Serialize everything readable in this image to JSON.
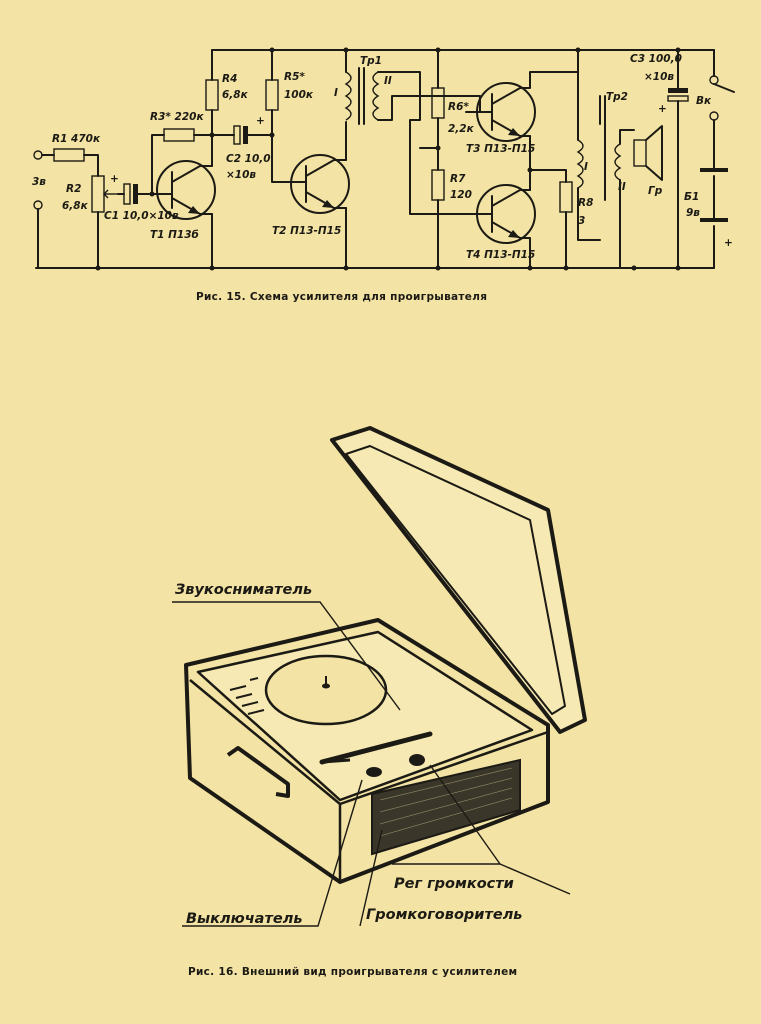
{
  "figure15": {
    "caption": "Рис. 15. Схема усилителя для проигрывателя",
    "labels": {
      "r1": "R1 470к",
      "input_v": "3в",
      "r2": "R2",
      "r2_val": "6,8к",
      "c1": "C1 10,0×10в",
      "t1": "T1 П13б",
      "r3": "R3* 220к",
      "r4": "R4",
      "r4_val": "6,8к",
      "c2": "C2 10,0",
      "c2_v": "×10в",
      "r5": "R5*",
      "r5_val": "100к",
      "t2": "T2 П13-П15",
      "tr1": "Тр1",
      "tr1_winding1": "I",
      "tr1_winding2": "II",
      "r6": "R6*",
      "r6_val": "2,2к",
      "t3": "T3 П13-П15",
      "r7": "R7",
      "r7_val": "120",
      "t4": "T4 П13-П15",
      "r8": "R8",
      "r8_val": "3",
      "tr2": "Тр2",
      "tr2_winding1": "I",
      "tr2_winding2": "II",
      "speaker": "Гр",
      "c3": "C3 100,0",
      "c3_v": "×10в",
      "switch": "Вк",
      "battery": "Б1",
      "battery_v": "9в"
    }
  },
  "figure16": {
    "caption": "Рис. 16. Внешний вид проигрывателя с усилителем",
    "callouts": {
      "pickup": "Звукосниматель",
      "volume": "Рег громкости",
      "power_switch": "Выключатель",
      "loudspeaker": "Громкоговоритель"
    }
  }
}
